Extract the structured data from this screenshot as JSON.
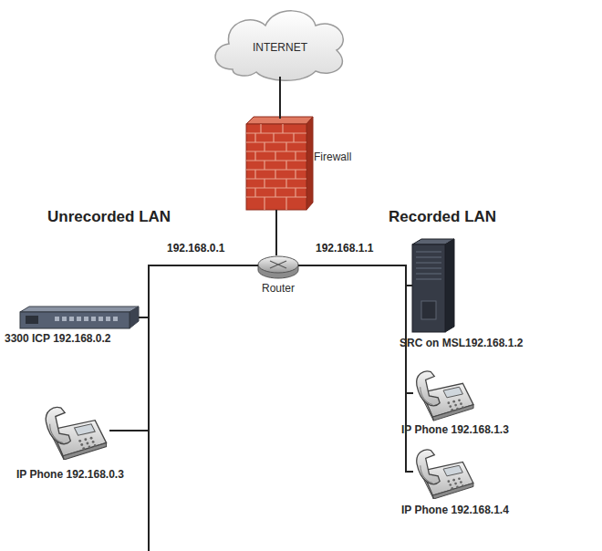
{
  "diagram": {
    "nodes": [
      {
        "text": [
          "INTERNET"
        ]
      },
      {
        "text": [
          "Firewall"
        ]
      },
      {
        "text": [
          "Router"
        ]
      },
      {
        "text": [
          "SRC on MSL192.168.1.2"
        ]
      },
      {
        "text": [
          "3300 ICP 192.168.0.2"
        ]
      },
      {
        "text": [
          "IP Phone 192.168.1.3"
        ]
      },
      {
        "text": [
          "IP Phone 192.168.0.3"
        ]
      },
      {
        "text": [
          "IP Phone 192.168.1.4"
        ]
      }
    ],
    "edges": [
      {
        "from": 0,
        "to": 1,
        "arrow": "none"
      },
      {
        "from": 1,
        "to": 2,
        "arrow": "none"
      },
      {
        "from": 2,
        "to": 3,
        "arrow": "none"
      },
      {
        "from": 2,
        "to": 4,
        "arrow": "none"
      },
      {
        "from": 2,
        "to": 5,
        "arrow": "none"
      },
      {
        "from": 2,
        "to": 6,
        "arrow": "none"
      },
      {
        "from": 2,
        "to": 7,
        "arrow": "none"
      }
    ],
    "labels": [
      "Unrecorded LAN",
      "Recorded LAN",
      "192.168.0.1",
      "192.168.1.1"
    ]
  }
}
